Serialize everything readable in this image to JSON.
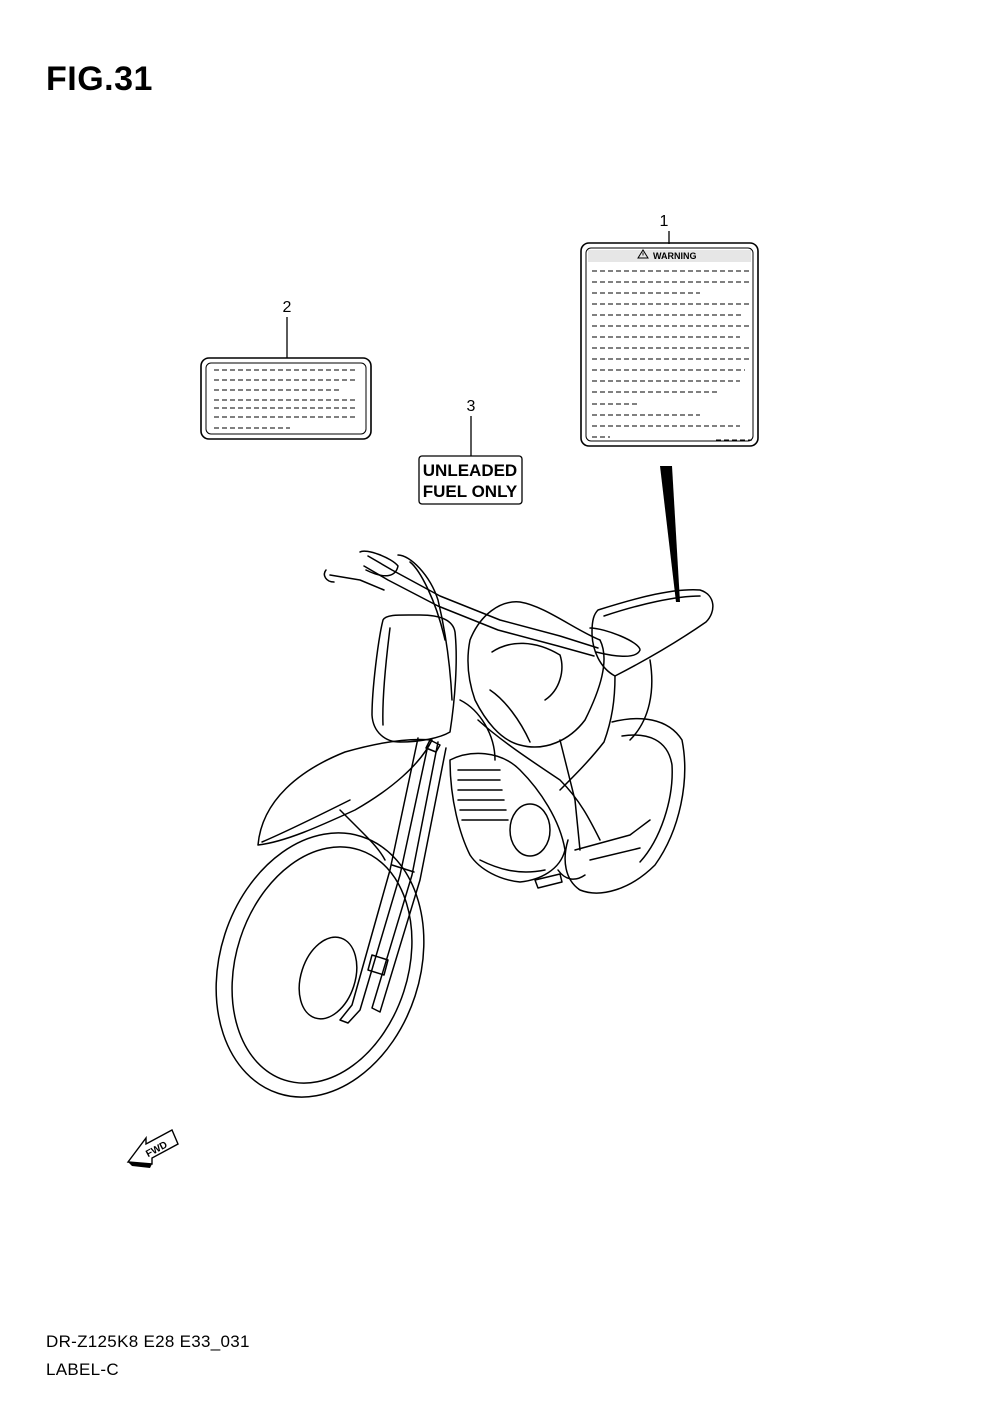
{
  "figure": {
    "title": "FIG.31"
  },
  "callouts": [
    {
      "number": "1",
      "part": "warning-label"
    },
    {
      "number": "2",
      "part": "info-label"
    },
    {
      "number": "3",
      "part": "fuel-label"
    }
  ],
  "labels": {
    "warning_heading": "WARNING",
    "fuel_line1": "UNLEADED",
    "fuel_line2": "FUEL ONLY"
  },
  "direction_marker": "FWD",
  "footer": {
    "model_code": "DR-Z125K8 E28 E33_031",
    "group_name": "LABEL-C"
  }
}
